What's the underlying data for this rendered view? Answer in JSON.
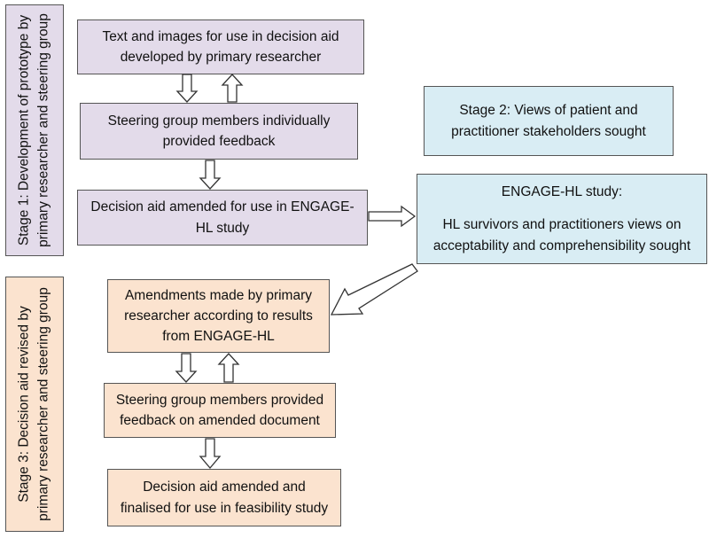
{
  "stage1_label": [
    "Stage 1: Development of prototype by",
    "primary researcher and steering group"
  ],
  "stage3_label": [
    "Stage 3: Decision aid revised by",
    "primary researcher and steering group"
  ],
  "boxes": {
    "text_images": [
      "Text and images for use in decision aid",
      "developed by primary researcher"
    ],
    "steering_feedback_1": [
      "Steering group members individually",
      "provided feedback"
    ],
    "amended_engage": [
      "Decision aid amended for use in ENGAGE-",
      "HL study"
    ],
    "stage2": [
      "Stage 2: Views of patient and",
      "practitioner stakeholders sought"
    ],
    "engage_study": {
      "title": "ENGAGE-HL study:",
      "body": [
        "HL survivors and practitioners views on",
        "acceptability and comprehensibility sought"
      ]
    },
    "amendments": [
      "Amendments made by primary",
      "researcher according to results",
      "from ENGAGE-HL"
    ],
    "steering_feedback_2": [
      "Steering group members provided",
      "feedback on amended document"
    ],
    "finalised": [
      "Decision aid amended and",
      "finalised for use in feasibility study"
    ]
  },
  "colors": {
    "purple": "#e3dbea",
    "blue": "#d9edf4",
    "peach": "#fbe3cf",
    "border": "#555555"
  }
}
